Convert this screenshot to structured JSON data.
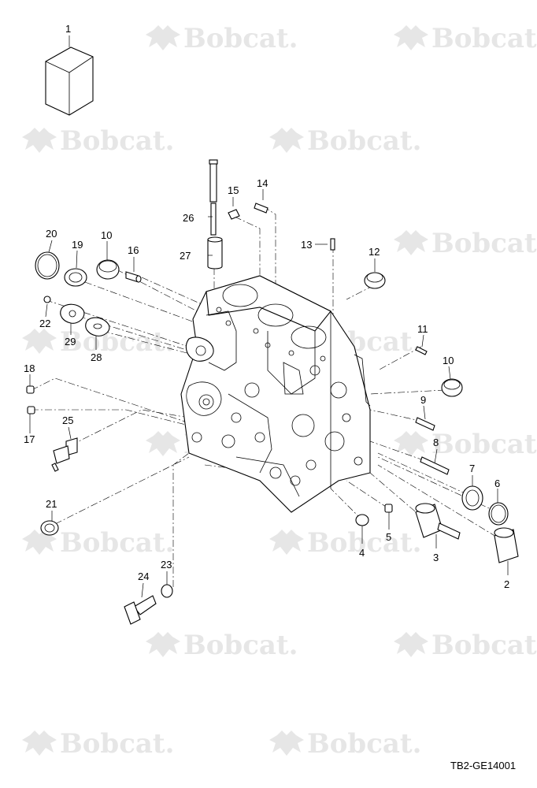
{
  "watermark": {
    "brand": "Bobcat."
  },
  "drawing_ref": "TB2-GE14001",
  "callouts": [
    "1",
    "2",
    "3",
    "4",
    "5",
    "6",
    "7",
    "8",
    "9",
    "10",
    "10",
    "11",
    "12",
    "13",
    "14",
    "15",
    "16",
    "17",
    "18",
    "19",
    "20",
    "21",
    "22",
    "23",
    "24",
    "25",
    "26",
    "27",
    "28",
    "29"
  ],
  "colors": {
    "ink": "#000000",
    "watermark": "#e6e6e6",
    "background": "#ffffff"
  }
}
